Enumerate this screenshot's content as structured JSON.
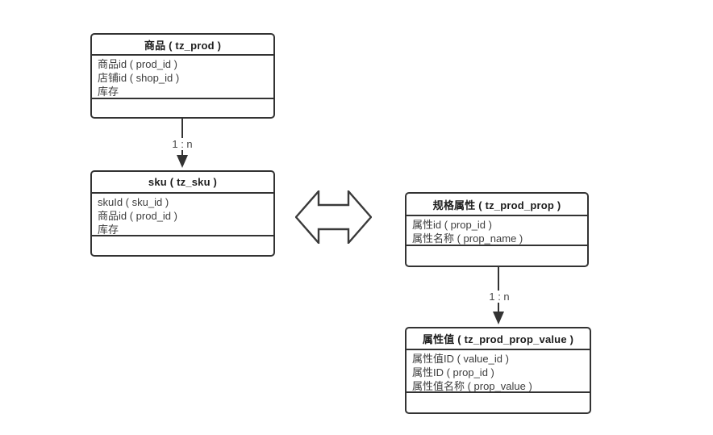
{
  "diagram": {
    "background_color": "#ffffff",
    "line_color": "#333333",
    "field_text_color": "#3d3d3d",
    "title_text_color": "#1d1d1d",
    "entities": {
      "prod": {
        "title": "商品 ( tz_prod )",
        "fields": [
          "商品id ( prod_id )",
          "店铺id ( shop_id )",
          "库存"
        ]
      },
      "sku": {
        "title": "sku ( tz_sku )",
        "fields": [
          "skuId ( sku_id )",
          "商品id ( prod_id )",
          "库存"
        ]
      },
      "prop": {
        "title": "规格属性 ( tz_prod_prop )",
        "fields": [
          "属性id ( prop_id )",
          "属性名称 ( prop_name )"
        ]
      },
      "prop_value": {
        "title": "属性值 ( tz_prod_prop_value )",
        "fields": [
          "属性值ID ( value_id )",
          "属性ID ( prop_id )",
          "属性值名称 ( prop_value )"
        ]
      }
    },
    "connectors": {
      "prod_to_sku": {
        "label": "1 : n"
      },
      "prop_to_prop_value": {
        "label": "1 : n"
      }
    },
    "icons": {
      "relation": "two-way-arrow-icon"
    }
  }
}
